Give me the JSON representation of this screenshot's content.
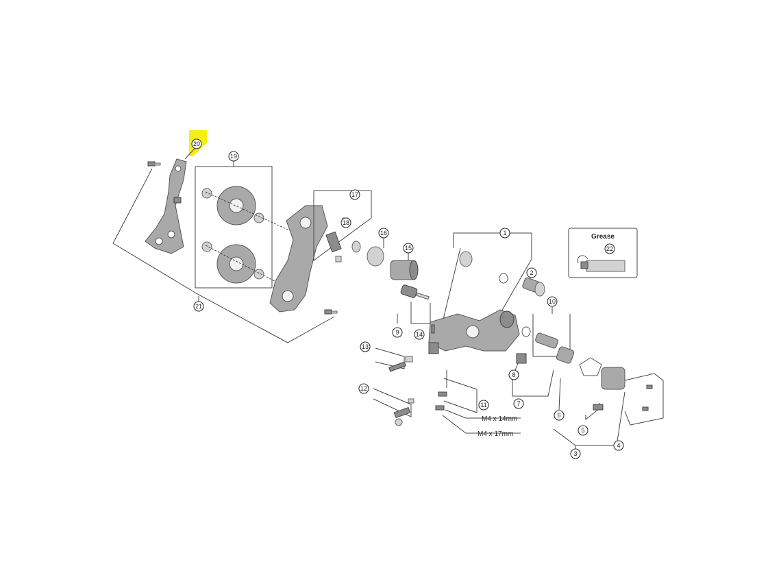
{
  "callouts": {
    "c1": "1",
    "c2": "2",
    "c3": "3",
    "c4": "4",
    "c5": "5",
    "c6": "6",
    "c7": "7",
    "c8": "8",
    "c9": "9",
    "c10": "10",
    "c11": "11",
    "c12": "12",
    "c13": "13",
    "c14": "14",
    "c15": "15",
    "c16": "16",
    "c17": "17",
    "c18": "18",
    "c19": "19",
    "c20": "20",
    "c21": "21",
    "c22": "22"
  },
  "specs": {
    "m4_14": "M4 x 14mm",
    "m4_17": "M4 x 17mm"
  },
  "grease_box": {
    "title": "Grease"
  },
  "colors": {
    "highlight": "#f5f010",
    "part_fill": "#a9a9a9",
    "line": "#444444"
  }
}
